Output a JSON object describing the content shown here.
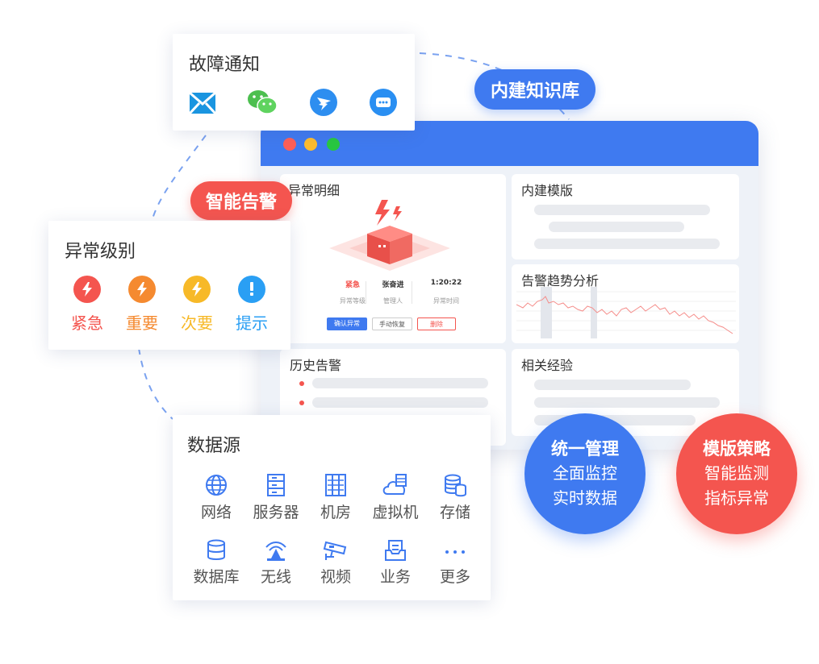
{
  "colors": {
    "blue": "#3f7af0",
    "red": "#f4554f",
    "orange": "#f58a30",
    "yellow": "#f7b928",
    "lightblue": "#2a9ff4"
  },
  "notify": {
    "title": "故障通知",
    "icons": [
      "mail-icon",
      "wechat-icon",
      "dingtalk-icon",
      "chat-bubble-icon"
    ]
  },
  "tags": {
    "knowledge": "内建知识库",
    "alert": "智能告警"
  },
  "levels": {
    "title": "异常级别",
    "items": [
      {
        "label": "紧急",
        "icon": "bolt-icon",
        "color": "#f4554f"
      },
      {
        "label": "重要",
        "icon": "bolt-icon",
        "color": "#f58a30"
      },
      {
        "label": "次要",
        "icon": "bolt-icon",
        "color": "#f7b928"
      },
      {
        "label": "提示",
        "icon": "exclamation-icon",
        "color": "#2a9ff4"
      }
    ]
  },
  "dashboard": {
    "exception": {
      "title": "异常明细",
      "fields": [
        {
          "value": "紧急",
          "label": "异常等级"
        },
        {
          "value": "张奋进",
          "label": "管理人"
        },
        {
          "value": "1:20:22",
          "label": "异常时间"
        }
      ],
      "buttons": {
        "confirm": "确认异常",
        "recover": "手动恢复",
        "delete": "删除"
      }
    },
    "template": {
      "title": "内建模版"
    },
    "trend": {
      "title": "告警趋势分析"
    },
    "history": {
      "title": "历史告警"
    },
    "experience": {
      "title": "相关经验"
    }
  },
  "datasource": {
    "title": "数据源",
    "items": [
      {
        "label": "网络",
        "icon": "globe-icon"
      },
      {
        "label": "服务器",
        "icon": "server-icon"
      },
      {
        "label": "机房",
        "icon": "server-rack-icon"
      },
      {
        "label": "虚拟机",
        "icon": "cloud-server-icon"
      },
      {
        "label": "存储",
        "icon": "storage-icon"
      },
      {
        "label": "数据库",
        "icon": "database-icon"
      },
      {
        "label": "无线",
        "icon": "wireless-icon"
      },
      {
        "label": "视频",
        "icon": "camera-icon"
      },
      {
        "label": "业务",
        "icon": "business-icon"
      },
      {
        "label": "更多",
        "icon": "more-icon"
      }
    ]
  },
  "circles": {
    "unified": {
      "title": "统一管理",
      "lines": [
        "全面监控",
        "实时数据"
      ]
    },
    "template": {
      "title": "模版策略",
      "lines": [
        "智能监测",
        "指标异常"
      ]
    }
  }
}
